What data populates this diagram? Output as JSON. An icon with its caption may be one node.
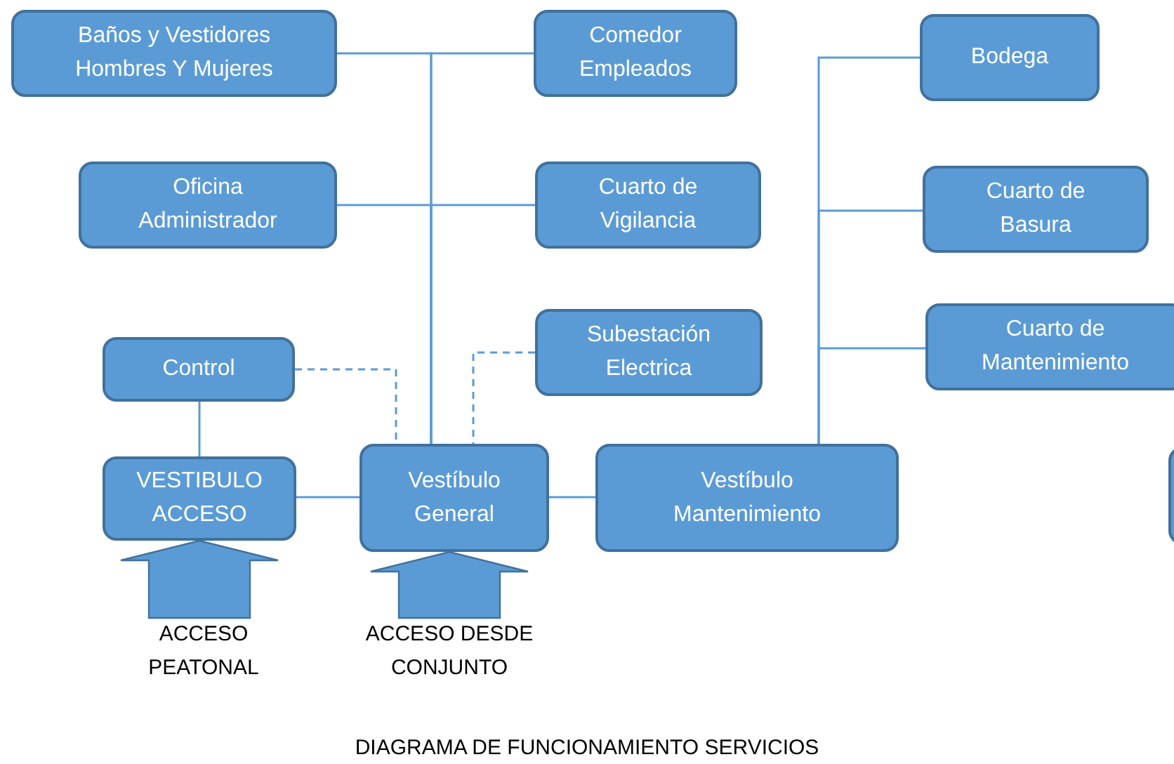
{
  "diagram": {
    "caption": "DIAGRAMA DE FUNCIONAMIENTO SERVICIOS",
    "nodes": [
      {
        "text": [
          "Baños y Vestidores Hombres Y Mujeres"
        ]
      },
      {
        "text": [
          "Comedor Empleados"
        ]
      },
      {
        "text": [
          "Oficina Administrador"
        ]
      },
      {
        "text": [
          "Cuarto de Vigilancia"
        ]
      },
      {
        "text": [
          "Control"
        ]
      },
      {
        "text": [
          "Subestación Electrica"
        ]
      },
      {
        "text": [
          "VESTIBULO ACCESO"
        ]
      },
      {
        "text": [
          "Vestíbulo General"
        ]
      },
      {
        "text": [
          "Vestíbulo Mantenimiento"
        ]
      },
      {
        "text": [
          "Bodega"
        ]
      },
      {
        "text": [
          "Cuarto de Basura"
        ]
      },
      {
        "text": [
          "Cuarto de Mantenimiento"
        ]
      },
      {
        "text": [],
        "shape": "box"
      },
      {
        "text": [
          "ACCESO PEATONAL"
        ]
      },
      {
        "text": [
          "ACCESO DESDE CONJUNTO"
        ]
      }
    ],
    "edges": [
      {
        "from": 7,
        "to": 0,
        "arrow": "none"
      },
      {
        "from": 7,
        "to": 1,
        "arrow": "none"
      },
      {
        "from": 7,
        "to": 2,
        "arrow": "none"
      },
      {
        "from": 7,
        "to": 3,
        "arrow": "none"
      },
      {
        "from": 4,
        "to": 7,
        "arrow": "none",
        "style": "dashed"
      },
      {
        "from": 5,
        "to": 7,
        "arrow": "none",
        "style": "dashed"
      },
      {
        "from": 4,
        "to": 6,
        "arrow": "none"
      },
      {
        "from": 6,
        "to": 7,
        "arrow": "none"
      },
      {
        "from": 7,
        "to": 8,
        "arrow": "none"
      },
      {
        "from": 8,
        "to": 9,
        "arrow": "none"
      },
      {
        "from": 8,
        "to": 10,
        "arrow": "none"
      },
      {
        "from": 8,
        "to": 11,
        "arrow": "none"
      },
      {
        "from": 13,
        "to": 6,
        "arrow": "to",
        "style": "thick"
      },
      {
        "from": 14,
        "to": 7,
        "arrow": "to",
        "style": "thick"
      }
    ]
  }
}
